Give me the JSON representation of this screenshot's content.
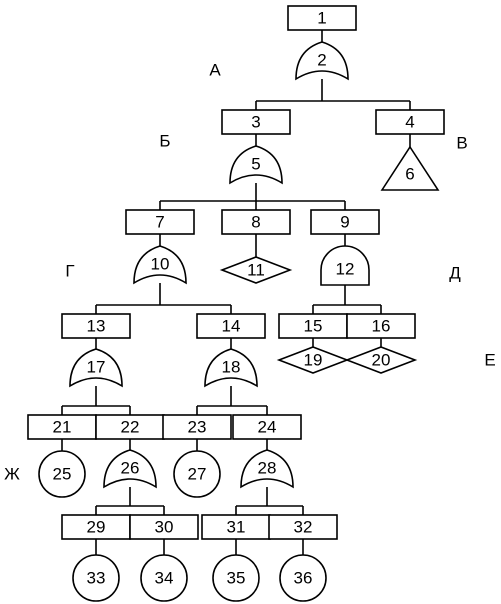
{
  "diagram": {
    "type": "fault-tree",
    "nodes": [
      {
        "id": "1",
        "label": "1",
        "kind": "event"
      },
      {
        "id": "2",
        "label": "2",
        "kind": "or-gate"
      },
      {
        "id": "3",
        "label": "3",
        "kind": "event"
      },
      {
        "id": "4",
        "label": "4",
        "kind": "event"
      },
      {
        "id": "5",
        "label": "5",
        "kind": "or-gate"
      },
      {
        "id": "6",
        "label": "6",
        "kind": "transfer"
      },
      {
        "id": "7",
        "label": "7",
        "kind": "event"
      },
      {
        "id": "8",
        "label": "8",
        "kind": "event"
      },
      {
        "id": "9",
        "label": "9",
        "kind": "event"
      },
      {
        "id": "10",
        "label": "10",
        "kind": "or-gate"
      },
      {
        "id": "11",
        "label": "11",
        "kind": "undeveloped"
      },
      {
        "id": "12",
        "label": "12",
        "kind": "and-gate"
      },
      {
        "id": "13",
        "label": "13",
        "kind": "event"
      },
      {
        "id": "14",
        "label": "14",
        "kind": "event"
      },
      {
        "id": "15",
        "label": "15",
        "kind": "event"
      },
      {
        "id": "16",
        "label": "16",
        "kind": "event"
      },
      {
        "id": "17",
        "label": "17",
        "kind": "or-gate"
      },
      {
        "id": "18",
        "label": "18",
        "kind": "or-gate"
      },
      {
        "id": "19",
        "label": "19",
        "kind": "undeveloped"
      },
      {
        "id": "20",
        "label": "20",
        "kind": "undeveloped"
      },
      {
        "id": "21",
        "label": "21",
        "kind": "event"
      },
      {
        "id": "22",
        "label": "22",
        "kind": "event"
      },
      {
        "id": "23",
        "label": "23",
        "kind": "event"
      },
      {
        "id": "24",
        "label": "24",
        "kind": "event"
      },
      {
        "id": "25",
        "label": "25",
        "kind": "basic"
      },
      {
        "id": "26",
        "label": "26",
        "kind": "or-gate"
      },
      {
        "id": "27",
        "label": "27",
        "kind": "basic"
      },
      {
        "id": "28",
        "label": "28",
        "kind": "or-gate"
      },
      {
        "id": "29",
        "label": "29",
        "kind": "event"
      },
      {
        "id": "30",
        "label": "30",
        "kind": "event"
      },
      {
        "id": "31",
        "label": "31",
        "kind": "event"
      },
      {
        "id": "32",
        "label": "32",
        "kind": "event"
      },
      {
        "id": "33",
        "label": "33",
        "kind": "basic"
      },
      {
        "id": "34",
        "label": "34",
        "kind": "basic"
      },
      {
        "id": "35",
        "label": "35",
        "kind": "basic"
      },
      {
        "id": "36",
        "label": "36",
        "kind": "basic"
      }
    ],
    "edges": [
      [
        "1",
        "2"
      ],
      [
        "2",
        "3"
      ],
      [
        "2",
        "4"
      ],
      [
        "4",
        "6"
      ],
      [
        "3",
        "5"
      ],
      [
        "5",
        "7"
      ],
      [
        "5",
        "8"
      ],
      [
        "5",
        "9"
      ],
      [
        "7",
        "10"
      ],
      [
        "8",
        "11"
      ],
      [
        "9",
        "12"
      ],
      [
        "10",
        "13"
      ],
      [
        "10",
        "14"
      ],
      [
        "12",
        "15"
      ],
      [
        "12",
        "16"
      ],
      [
        "15",
        "19"
      ],
      [
        "16",
        "20"
      ],
      [
        "13",
        "17"
      ],
      [
        "14",
        "18"
      ],
      [
        "17",
        "21"
      ],
      [
        "17",
        "22"
      ],
      [
        "18",
        "23"
      ],
      [
        "18",
        "24"
      ],
      [
        "21",
        "25"
      ],
      [
        "22",
        "26"
      ],
      [
        "23",
        "27"
      ],
      [
        "24",
        "28"
      ],
      [
        "26",
        "29"
      ],
      [
        "26",
        "30"
      ],
      [
        "28",
        "31"
      ],
      [
        "28",
        "32"
      ],
      [
        "29",
        "33"
      ],
      [
        "30",
        "34"
      ],
      [
        "31",
        "35"
      ],
      [
        "32",
        "36"
      ]
    ],
    "side_labels": [
      {
        "id": "A",
        "label": "А"
      },
      {
        "id": "B",
        "label": "Б"
      },
      {
        "id": "V",
        "label": "В"
      },
      {
        "id": "G",
        "label": "Г"
      },
      {
        "id": "D",
        "label": "Д"
      },
      {
        "id": "E",
        "label": "Е"
      },
      {
        "id": "Zh",
        "label": "Ж"
      }
    ]
  }
}
